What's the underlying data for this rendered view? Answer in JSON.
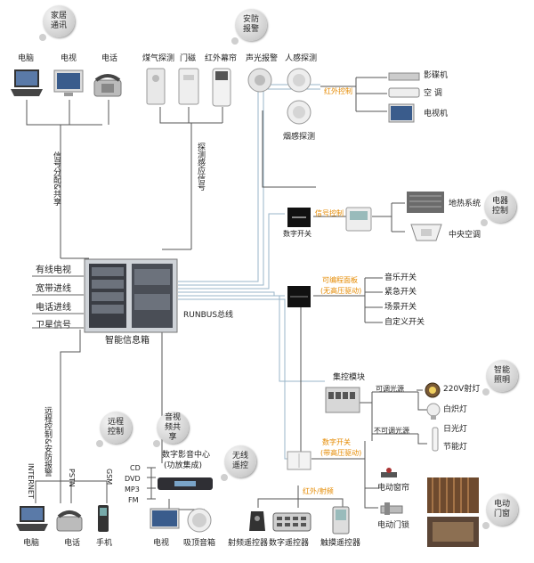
{
  "bubbles": {
    "home_comm": "家居通讯",
    "security": "安防报警",
    "appliance": "电器控制",
    "lighting": "智能照明",
    "remote": "远程控制",
    "av_share": "音视频共享",
    "wireless": "无线遥控",
    "door_window": "电动门窗"
  },
  "top_devices": {
    "computer": "电脑",
    "tv": "电视",
    "phone": "电话",
    "gas": "煤气探测",
    "door_sensor": "门磁",
    "ir_curtain": "红外幕帘",
    "sound_light": "声光报警",
    "pir": "人感探测",
    "smoke": "烟感探测"
  },
  "ir_control": {
    "label": "红外控制",
    "items": [
      "影碟机",
      "空  调",
      "电视机"
    ]
  },
  "signal_control": {
    "label": "信号控制",
    "switch": "数字开关",
    "items": [
      "地热系统",
      "中央空调"
    ]
  },
  "programmable_panel": {
    "label": "可编程面板",
    "sub": "(无高压驱动)",
    "items": [
      "音乐开关",
      "紧急开关",
      "场景开关",
      "自定义开关"
    ]
  },
  "center": {
    "lines": [
      "有线电视",
      "宽带进线",
      "电话进线",
      "卫星信号"
    ],
    "name": "智能信息箱",
    "bus": "RUNBUS总线"
  },
  "vertical_labels": {
    "signal_share": "信号分配&共享",
    "detect_signal": "探测感应信号",
    "remote_alarm": "远程控制&安防报警"
  },
  "lighting": {
    "module": "集控模块",
    "dim": "可调光源",
    "nodim": "不可调光源",
    "items": [
      "220V射灯",
      "白炽灯",
      "日光灯",
      "节能灯"
    ],
    "switch": "数字开关",
    "switch_sub": "(带高压驱动)"
  },
  "door": {
    "items": [
      "电动窗帘",
      "电动门锁"
    ]
  },
  "remote": {
    "lines": [
      "INTERNET",
      "PSTN",
      "GSM"
    ],
    "devices": [
      "电脑",
      "电话",
      "手机"
    ]
  },
  "av": {
    "center": "数字影音中心",
    "center_sub": "(功放集成)",
    "sources": [
      "CD",
      "DVD",
      "MP3",
      "FM"
    ],
    "devices": [
      "电视",
      "吸顶音箱"
    ]
  },
  "wireless": {
    "label": "红外/射频",
    "devices": [
      "射频遥控器",
      "数字遥控器",
      "触摸遥控器"
    ]
  }
}
